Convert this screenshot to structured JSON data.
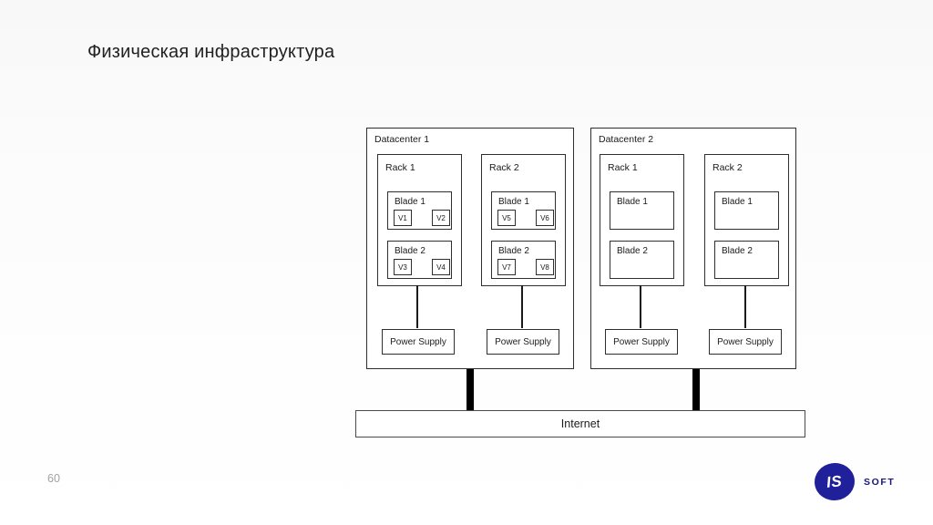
{
  "slide": {
    "title": "Физическая инфраструктура",
    "page_number": "60"
  },
  "diagram": {
    "internet_label": "Internet",
    "datacenters": [
      {
        "label": "Datacenter 1",
        "racks": [
          {
            "label": "Rack 1",
            "power_supply_label": "Power Supply",
            "blades": [
              {
                "label": "Blade 1",
                "vms": [
                  "V1",
                  "V2"
                ]
              },
              {
                "label": "Blade 2",
                "vms": [
                  "V3",
                  "V4"
                ]
              }
            ]
          },
          {
            "label": "Rack 2",
            "power_supply_label": "Power Supply",
            "blades": [
              {
                "label": "Blade 1",
                "vms": [
                  "V5",
                  "V6"
                ]
              },
              {
                "label": "Blade 2",
                "vms": [
                  "V7",
                  "V8"
                ]
              }
            ]
          }
        ]
      },
      {
        "label": "Datacenter 2",
        "racks": [
          {
            "label": "Rack 1",
            "power_supply_label": "Power Supply",
            "blades": [
              {
                "label": "Blade 1",
                "vms": []
              },
              {
                "label": "Blade 2",
                "vms": []
              }
            ]
          },
          {
            "label": "Rack 2",
            "power_supply_label": "Power Supply",
            "blades": [
              {
                "label": "Blade 1",
                "vms": []
              },
              {
                "label": "Blade 2",
                "vms": []
              }
            ]
          }
        ]
      }
    ]
  },
  "logo": {
    "circle_text": "IS",
    "brand_text": "SOFT",
    "circle_color": "#20209a",
    "brand_color": "#15157d"
  }
}
